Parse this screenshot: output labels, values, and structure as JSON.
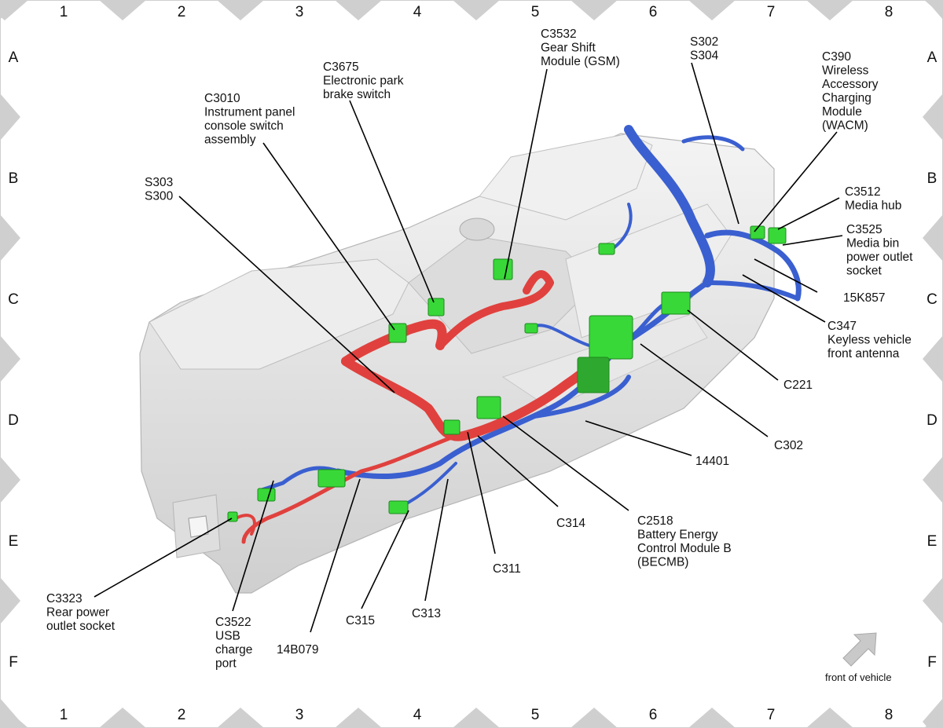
{
  "grid": {
    "columns": [
      "1",
      "2",
      "3",
      "4",
      "5",
      "6",
      "7",
      "8"
    ],
    "rows": [
      "A",
      "B",
      "C",
      "D",
      "E",
      "F"
    ]
  },
  "callouts": {
    "c3532": [
      "C3532",
      "Gear Shift",
      "Module (GSM)"
    ],
    "s302": [
      "S302",
      "S304"
    ],
    "c390": [
      "C390",
      "Wireless",
      "Accessory",
      "Charging",
      "Module",
      "(WACM)"
    ],
    "c3675": [
      "C3675",
      "Electronic park",
      "brake switch"
    ],
    "c3010": [
      "C3010",
      "Instrument panel",
      "console switch",
      "assembly"
    ],
    "s303": [
      "S303",
      "S300"
    ],
    "c3512": [
      "C3512",
      "Media hub"
    ],
    "c3525": [
      "C3525",
      "Media bin",
      "power outlet",
      "socket"
    ],
    "l15k857": [
      "15K857"
    ],
    "c347": [
      "C347",
      "Keyless vehicle",
      "front antenna"
    ],
    "c221": [
      "C221"
    ],
    "c302": [
      "C302"
    ],
    "l14401": [
      "14401"
    ],
    "c2518": [
      "C2518",
      "Battery Energy",
      "Control Module B",
      "(BECMB)"
    ],
    "c314": [
      "C314"
    ],
    "c311": [
      "C311"
    ],
    "c313": [
      "C313"
    ],
    "c315": [
      "C315"
    ],
    "l14b079": [
      "14B079"
    ],
    "c3522": [
      "C3522",
      "USB",
      "charge",
      "port"
    ],
    "c3323": [
      "C3323",
      "Rear power",
      "outlet socket"
    ]
  },
  "orientation": {
    "label": "front of vehicle"
  },
  "colors": {
    "frame": "#cfcfcf",
    "console": "#e6e6e6",
    "harness_blue": "#3a5fd0",
    "harness_red": "#e0413e",
    "connector_green": "#38d838",
    "leader": "#000000",
    "arrow": "#c9c9c9"
  }
}
